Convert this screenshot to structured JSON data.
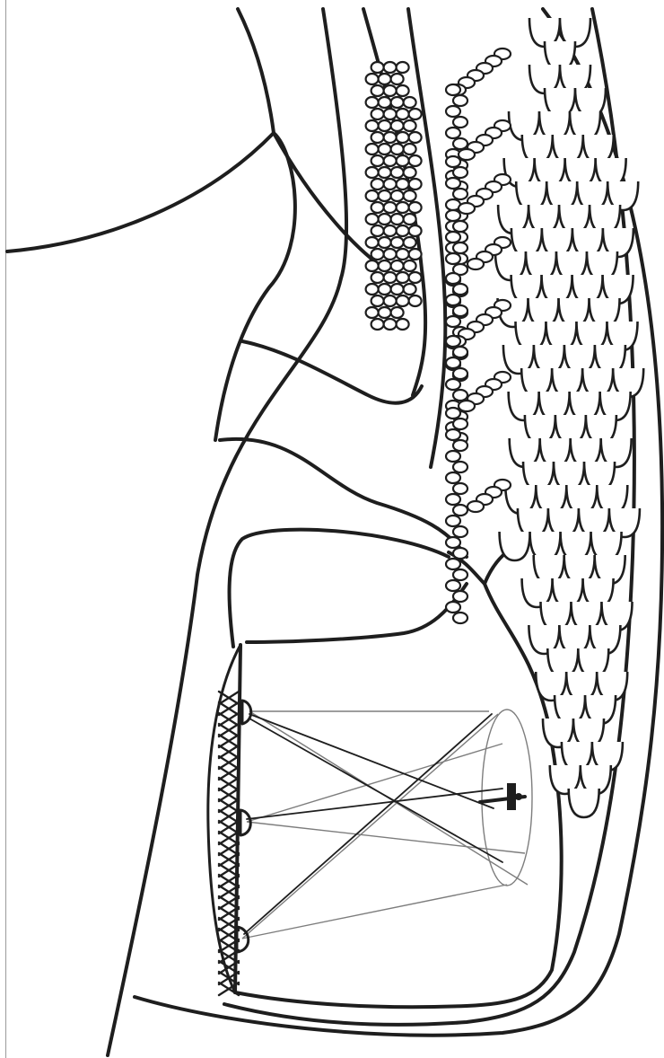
{
  "illustration": {
    "style": "black ink line drawing on white",
    "palette": {
      "ink": "#1e1e1e",
      "light_ray": "#7d7d7d",
      "background": "#ffffff",
      "edge": "#9a9a9a"
    },
    "parts": [
      {
        "name": "outer-shell-outline"
      },
      {
        "name": "scale-texture-band"
      },
      {
        "name": "beaded-ridge-columns"
      },
      {
        "name": "inner-chamber"
      },
      {
        "name": "crosshatch-panel"
      },
      {
        "name": "light-emitters",
        "count": 3
      },
      {
        "name": "light-cone"
      },
      {
        "name": "pin-object"
      },
      {
        "name": "small-tag-mark"
      }
    ]
  }
}
